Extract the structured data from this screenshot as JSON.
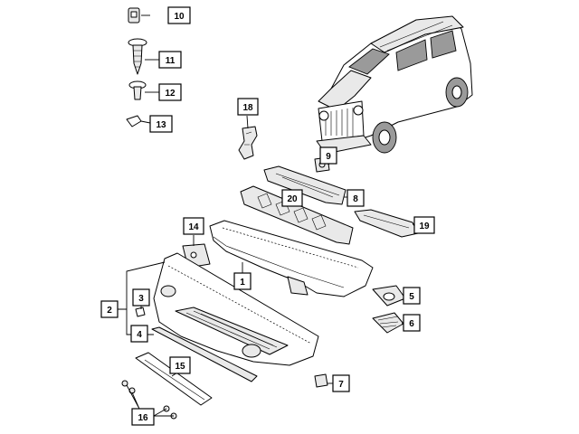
{
  "callouts": {
    "c1": "1",
    "c2": "2",
    "c3": "3",
    "c4": "4",
    "c5": "5",
    "c6": "6",
    "c7": "7",
    "c8": "8",
    "c9": "9",
    "c10": "10",
    "c11": "11",
    "c12": "12",
    "c13": "13",
    "c14": "14",
    "c15": "15",
    "c16": "16",
    "c18": "18",
    "c19": "19",
    "c20": "20"
  }
}
